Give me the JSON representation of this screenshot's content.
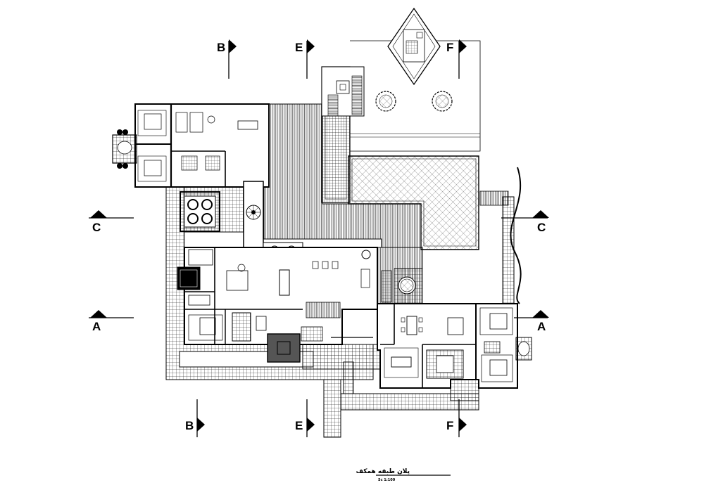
{
  "drawing": {
    "title": "پلان طبقه همکف",
    "scale": "Sc 1:100"
  },
  "section_markers": {
    "B": "B",
    "E": "E",
    "F": "F",
    "C": "C",
    "A": "A"
  },
  "colors": {
    "line": "#000000",
    "background": "#ffffff",
    "dark_fill": "#555555"
  }
}
